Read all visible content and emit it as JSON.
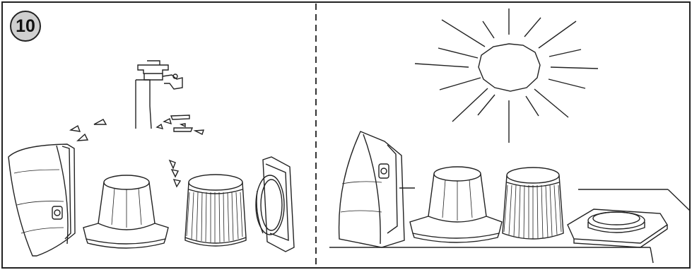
{
  "step": {
    "number": "10"
  },
  "panels": {
    "left": {
      "name": "washing"
    },
    "right": {
      "name": "drying"
    }
  },
  "icons": [
    "water-tap-icon",
    "sun-icon"
  ]
}
